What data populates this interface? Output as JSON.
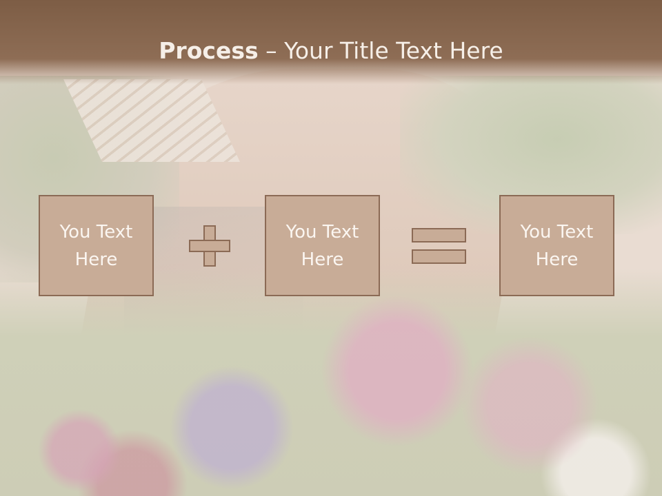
{
  "slide": {
    "title_bold": "Process",
    "title_rest": " – Your Title Text Here",
    "boxes": [
      {
        "text": "You Text\nHere"
      },
      {
        "text": "You Text\nHere"
      },
      {
        "text": "You Text\nHere"
      }
    ],
    "operators": [
      "plus-icon",
      "equals-icon"
    ],
    "colors": {
      "title_bar": "#7d5d45",
      "box_fill": "#c8ac97",
      "box_border": "#8b6a55",
      "text": "#fbf6f1"
    }
  }
}
